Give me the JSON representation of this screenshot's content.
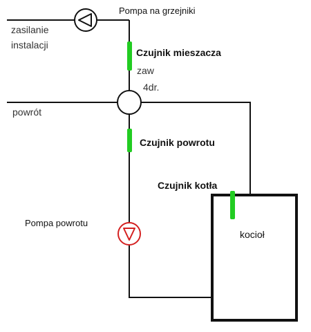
{
  "labels": {
    "pump_radiators": "Pompa na grzejniki",
    "supply_line1": "zasilanie",
    "supply_line2": "instalacji",
    "mixing_sensor": "Czujnik mieszacza",
    "valve_line1": "zaw",
    "valve_line2": "4dr.",
    "return": "powrót",
    "return_sensor": "Czujnik powrotu",
    "boiler_sensor": "Czujnik kotła",
    "return_pump": "Pompa powrotu",
    "boiler": "kocioł"
  },
  "colors": {
    "pipe": "#111111",
    "sensor": "#22cc22",
    "return_pump": "#d42020",
    "supply_pump": "#111111"
  },
  "icons": {
    "pump_radiators": "triangle-left-in-circle-icon",
    "return_pump": "triangle-down-in-circle-icon",
    "valve": "four-way-valve-circle-icon"
  }
}
